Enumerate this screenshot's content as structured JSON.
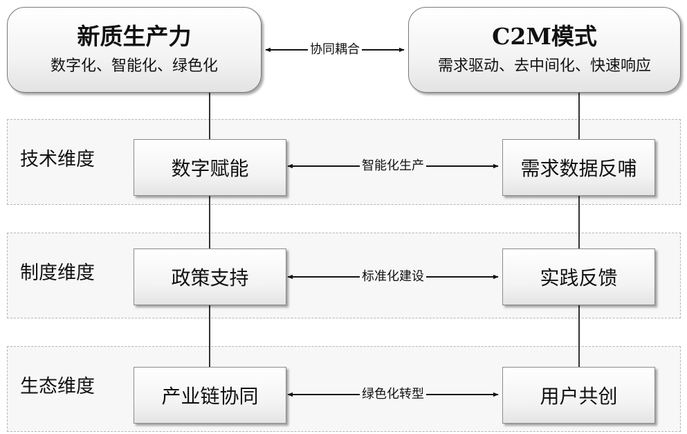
{
  "top_nodes": {
    "left": {
      "title": "新质生产力",
      "subtitle": "数字化、智能化、绿色化"
    },
    "right": {
      "title": "C2M模式",
      "subtitle": "需求驱动、去中间化、快速响应"
    },
    "link_label": "协同耦合"
  },
  "dimensions": [
    {
      "label": "技术维度",
      "left": "数字赋能",
      "link": "智能化生产",
      "right": "需求数据反哺"
    },
    {
      "label": "制度维度",
      "left": "政策支持",
      "link": "标准化建设",
      "right": "实践反馈"
    },
    {
      "label": "生态维度",
      "left": "产业链协同",
      "link": "绿色化转型",
      "right": "用户共创"
    }
  ]
}
